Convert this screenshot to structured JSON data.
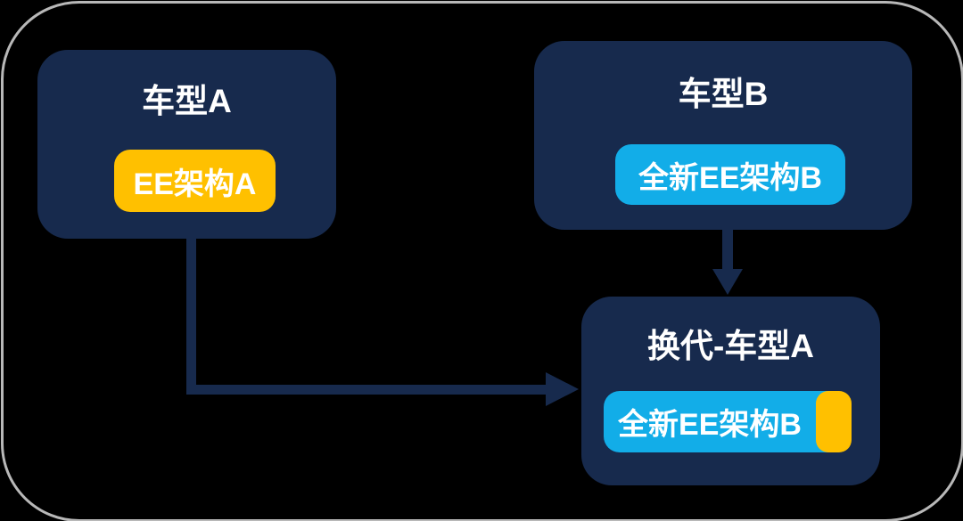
{
  "diagram": {
    "model_a": {
      "title": "车型A",
      "badge_label": "EE架构A"
    },
    "model_b": {
      "title": "车型B",
      "badge_label": "全新EE架构B"
    },
    "model_a_next": {
      "title": "换代-车型A",
      "badge_label": "全新EE架构B"
    }
  },
  "colors": {
    "background": "#000000",
    "frame_border": "#b8b8b8",
    "node_fill": "#172a4d",
    "connector": "#172a4d",
    "badge_amber": "#ffc000",
    "badge_cyan": "#12ade8",
    "text": "#ffffff"
  }
}
